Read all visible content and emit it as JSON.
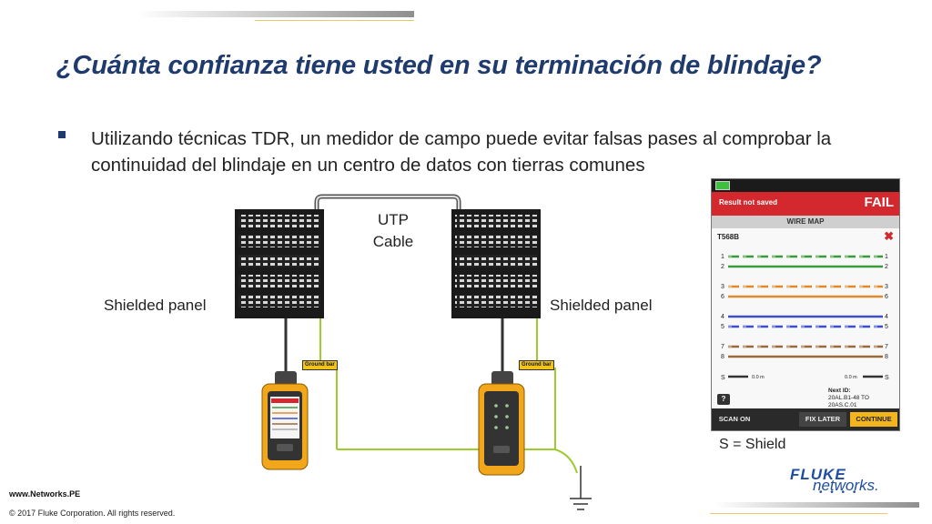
{
  "slide": {
    "title": "¿Cuánta confianza tiene usted en su terminación de blindaje?",
    "bullet": "Utilizando técnicas TDR, un medidor de campo puede evitar falsas pases al comprobar la continuidad del blindaje en un centro de datos con tierras comunes",
    "footer_url": "www.Networks.PE",
    "footer_copyright": "© 2017 Fluke Corporation. All rights reserved.",
    "logo_top": "FLUKE",
    "logo_bottom": "networks."
  },
  "diagram": {
    "left_panel_label": "Shielded panel",
    "right_panel_label": "Shielded panel",
    "cable_label_line1": "UTP",
    "cable_label_line2": "Cable",
    "ground_bar_left": "Ground bar",
    "ground_bar_right": "Ground bar",
    "shield_note": "S = Shield"
  },
  "tester_screen": {
    "status": "Result not saved",
    "result": "FAIL",
    "section": "WIRE MAP",
    "standard": "T568B",
    "pins": [
      "1",
      "2",
      "3",
      "6",
      "4",
      "5",
      "7",
      "8"
    ],
    "shield_label": "S",
    "shield_left_length": "0.0 m",
    "shield_right_length": "0.0 m",
    "next_id_label": "Next ID:",
    "next_id_value": "20AL.B1-48 TO 20AS.C.01",
    "help_label": "?",
    "buttons": {
      "scan_on": "SCAN ON",
      "fix_later": "FIX LATER",
      "continue": "CONTINUE"
    }
  },
  "colors": {
    "title": "#1f3b6e",
    "fail_red": "#d2282e",
    "ground_wire": "#9ccc2e",
    "pair_green": "#3a9b3a",
    "pair_orange": "#e08a2e",
    "pair_blue": "#3a4fc9",
    "pair_brown": "#9b6a3a",
    "continue_button": "#f2b51b"
  }
}
